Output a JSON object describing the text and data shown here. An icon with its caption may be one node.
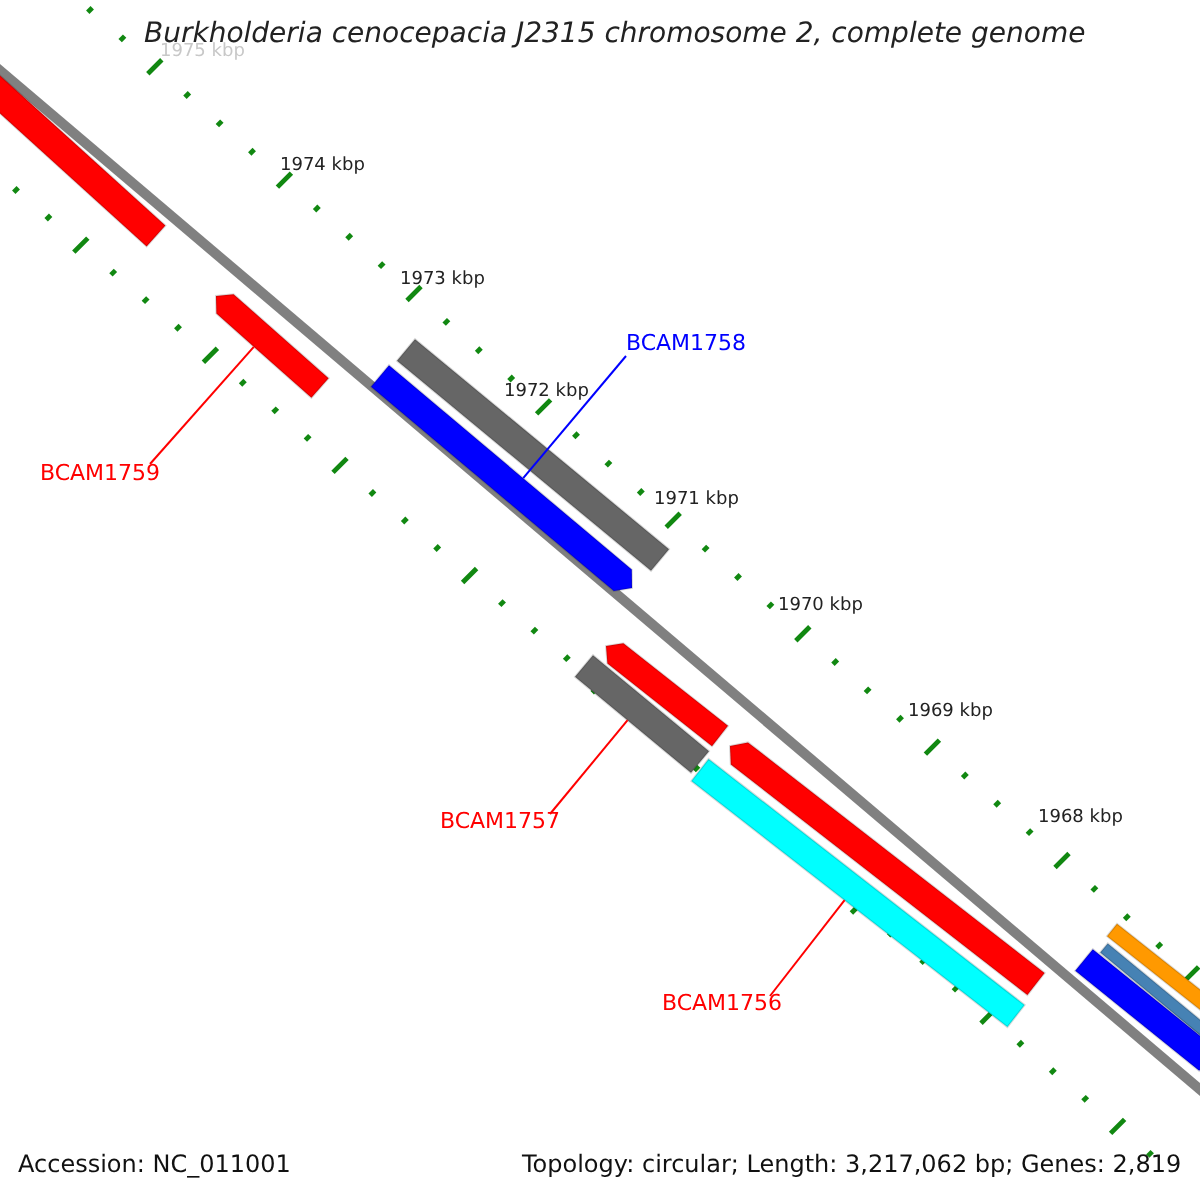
{
  "diagram": {
    "title": "Burkholderia cenocepacia J2315 chromosome 2, complete genome",
    "nodes": [
      {
        "text": [],
        "shape": "bar"
      },
      {
        "text": [],
        "shape": "bar"
      },
      {
        "text": [],
        "shape": "bar"
      },
      {
        "text": [],
        "shape": "bar"
      },
      {
        "text": [
          "BCAM1758"
        ]
      },
      {
        "text": [
          "BCAM1759"
        ]
      },
      {
        "text": [],
        "shape": "bar"
      },
      {
        "text": [],
        "shape": "bar"
      },
      {
        "text": [
          "BCAM1757"
        ]
      },
      {
        "text": [],
        "shape": "bar"
      },
      {
        "text": [],
        "shape": "bar"
      },
      {
        "text": [
          "BCAM1756"
        ]
      },
      {
        "text": [],
        "shape": "bar"
      },
      {
        "text": [],
        "shape": "bar"
      },
      {
        "text": [],
        "shape": "bar"
      }
    ],
    "edges": [
      {
        "from": 4,
        "to": 3,
        "arrow": "none",
        "color": "#0000ff"
      },
      {
        "from": 5,
        "to": 1,
        "arrow": "none"
      },
      {
        "from": 8,
        "to": 7,
        "arrow": "none"
      },
      {
        "from": 11,
        "to": 10,
        "arrow": "none"
      }
    ],
    "labels": [
      "1975 kbp",
      "1974 kbp",
      "1973 kbp",
      "1972 kbp",
      "1971 kbp",
      "1970 kbp",
      "1969 kbp",
      "1968 kbp",
      "Accession: NC_011001",
      "Topology: circular; Length: 3,217,062 bp; Genes: 2,819"
    ]
  }
}
